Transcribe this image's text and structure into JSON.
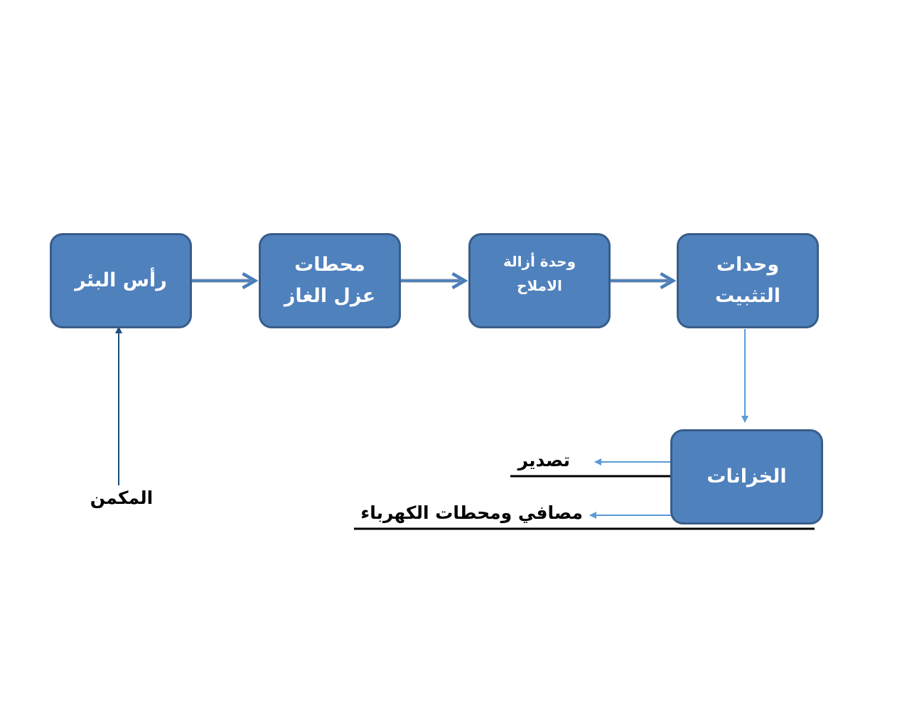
{
  "diagram": {
    "boxes": {
      "wellhead": {
        "line1": "رأس البئر"
      },
      "gas_separation": {
        "line1": "محطات",
        "line2": "عزل الغاز"
      },
      "desalting": {
        "line1": "وحدة أزالة",
        "line2": "الاملاح"
      },
      "stabilization": {
        "line1": "وحدات",
        "line2": "التثبيت"
      },
      "tanks": {
        "line1": "الخزانات"
      }
    },
    "labels": {
      "reservoir": "المكمن",
      "export": "تصدير",
      "refineries_power": "مصافي ومحطات الكهرباء"
    },
    "colors": {
      "box_fill": "#4f81bd",
      "box_border": "#385d8a",
      "main_arrow": "#4a7ebb",
      "thin_arrow": "#5b9bd5",
      "dark_arrow": "#1f4e79"
    }
  }
}
